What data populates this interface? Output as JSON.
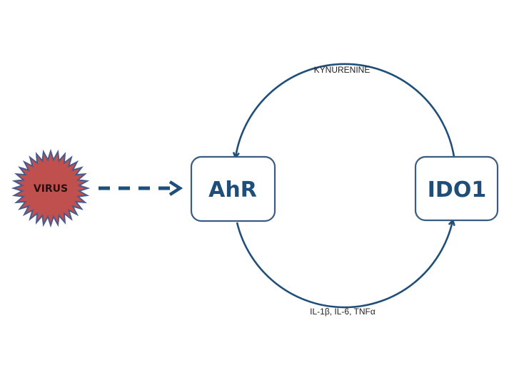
{
  "nodes": {
    "virus": {
      "label": "VIRUS",
      "fill": "#c0504d",
      "stroke": "#4a5a8a"
    },
    "ahr": {
      "label": "AhR"
    },
    "ido1": {
      "label": "IDO1"
    }
  },
  "edges": {
    "virus_to_ahr": {
      "style": "dashed"
    },
    "ido1_to_ahr": {
      "label": "KYNURENINE"
    },
    "ahr_to_ido1": {
      "label": "IL-1β, IL-6, TNFα"
    }
  },
  "colors": {
    "primary": "#1f4e79",
    "box_stroke": "#3a5b82"
  }
}
